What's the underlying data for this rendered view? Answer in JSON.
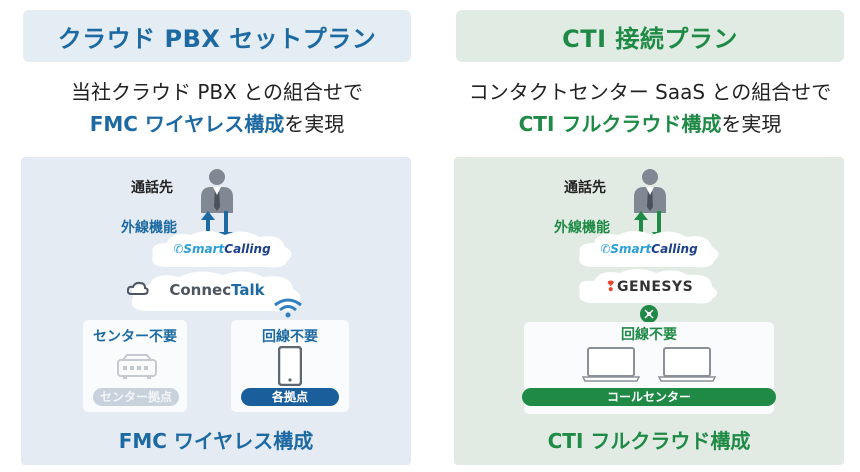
{
  "colors": {
    "blue": "#1d6aa3",
    "green": "#1f8a46",
    "blue_bg": "#e4ebf3",
    "green_bg": "#e1ebe3",
    "grey_pill": "#c8d2dc",
    "genesys_red": "#e8462b"
  },
  "left": {
    "header": "クラウド PBX セットプラン",
    "desc_line1": "当社クラウド PBX との組合せで",
    "desc_line2_highlight": "FMC ワイヤレス構成",
    "desc_line2_rest": "を実現",
    "caller_label": "通話先",
    "ext_label": "外線機能",
    "cloud1_logo_a": "Smart",
    "cloud1_logo_b": "Calling",
    "cloud2_logo_a": "Connec",
    "cloud2_logo_b": "Talk",
    "box1_label": "センター不要",
    "box1_pill": "センター拠点",
    "box2_label": "回線不要",
    "box2_pill": "各拠点",
    "bottom_title": "FMC ワイヤレス構成",
    "icons": [
      "person-icon",
      "up-arrow-icon",
      "down-arrow-icon",
      "phone-icon",
      "cloud-icon",
      "wifi-icon",
      "router-icon",
      "smartphone-icon"
    ]
  },
  "right": {
    "header": "CTI 接続プラン",
    "desc_line1": "コンタクトセンター SaaS との組合せで",
    "desc_line2_highlight": "CTI フルクラウド構成",
    "desc_line2_rest": "を実現",
    "caller_label": "通話先",
    "ext_label": "外線機能",
    "cloud1_logo_a": "Smart",
    "cloud1_logo_b": "Calling",
    "cloud2_logo": "GENESYS",
    "box_label": "回線不要",
    "box_pill": "コールセンター",
    "bottom_title": "CTI フルクラウド構成",
    "icons": [
      "person-icon",
      "up-arrow-icon",
      "down-arrow-icon",
      "phone-icon",
      "genesys-icon",
      "connector-icon",
      "laptop-icon"
    ]
  }
}
